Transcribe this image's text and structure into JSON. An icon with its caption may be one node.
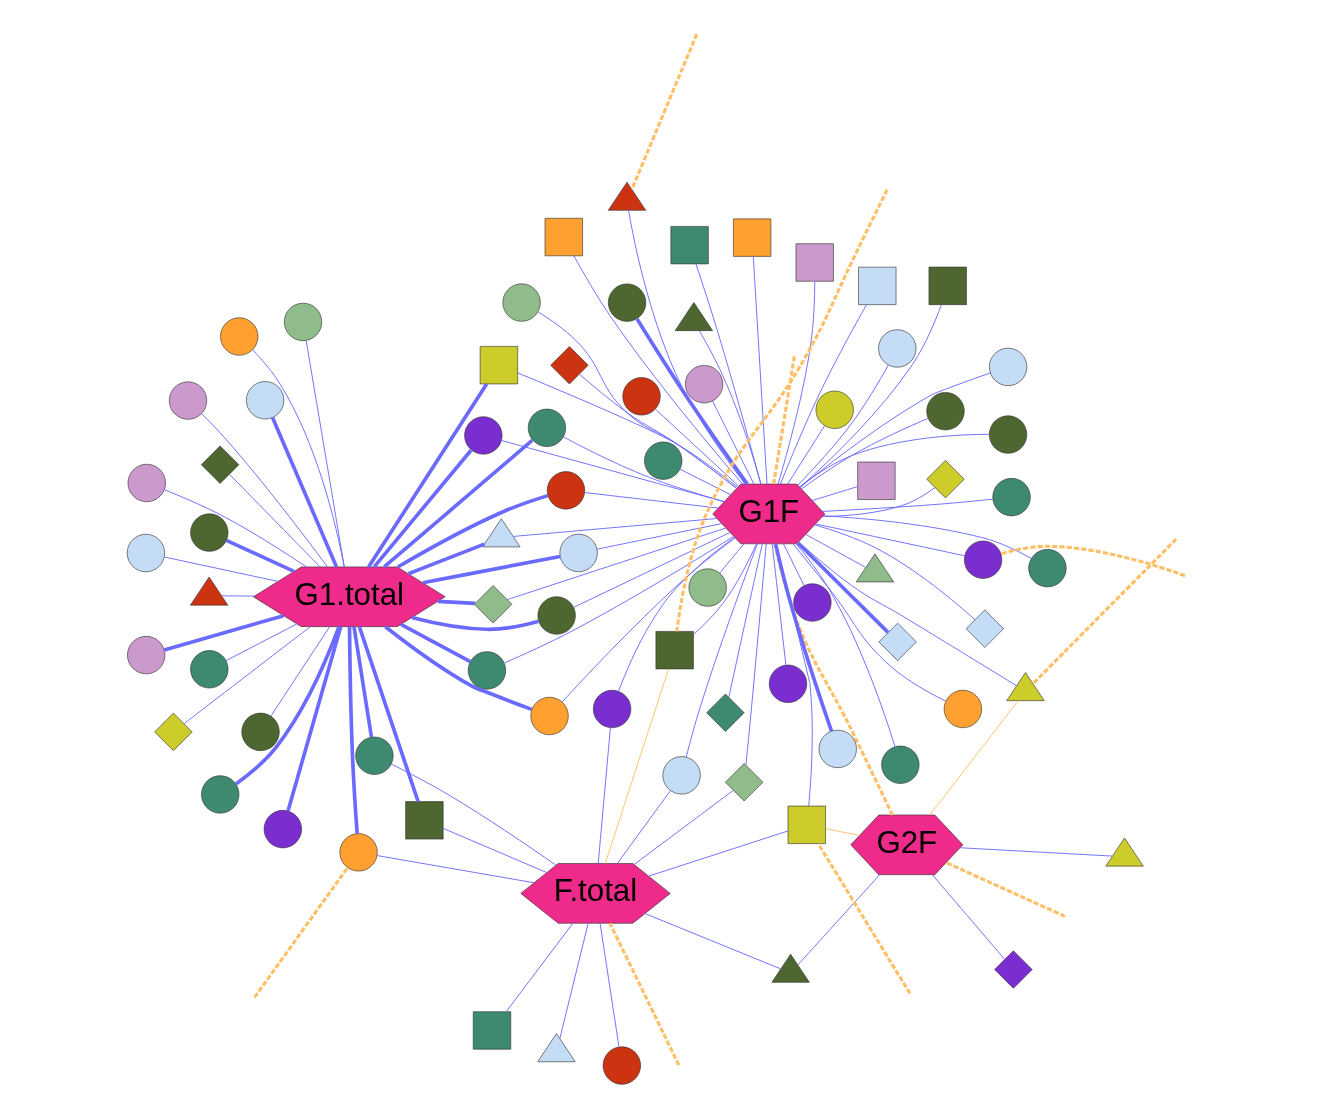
{
  "diagram": {
    "nodes": [
      {
        "text": [
          "G2F"
        ]
      },
      {
        "text": [
          "G1.total"
        ]
      },
      {
        "text": [
          "F.total"
        ]
      },
      {
        "text": [
          "G1F"
        ]
      },
      {
        "text": [],
        "shape": "triangle"
      },
      {
        "text": [],
        "shape": "diamond"
      },
      {
        "text": [],
        "shape": "circle"
      },
      {
        "text": [],
        "shape": "triangle"
      },
      {
        "text": [],
        "shape": "box"
      },
      {
        "text": [],
        "shape": "circle"
      },
      {
        "text": [],
        "shape": "triangle"
      },
      {
        "text": [],
        "shape": "circle"
      },
      {
        "text": [],
        "shape": "box"
      },
      {
        "text": [],
        "shape": "circle"
      },
      {
        "text": [],
        "shape": "diamond"
      },
      {
        "text": [],
        "shape": "circle"
      },
      {
        "text": [],
        "shape": "box"
      },
      {
        "text": [],
        "shape": "circle"
      },
      {
        "text": [],
        "shape": "circle"
      },
      {
        "text": [],
        "shape": "circle"
      },
      {
        "text": [],
        "shape": "circle"
      },
      {
        "text": [],
        "shape": "triangle"
      },
      {
        "text": [],
        "shape": "circle"
      },
      {
        "text": [],
        "shape": "circle"
      },
      {
        "text": [],
        "shape": "diamond"
      },
      {
        "text": [],
        "shape": "circle"
      },
      {
        "text": [],
        "shape": "circle"
      },
      {
        "text": [],
        "shape": "circle"
      },
      {
        "text": [],
        "shape": "diamond"
      },
      {
        "text": [],
        "shape": "circle"
      },
      {
        "text": [],
        "shape": "circle"
      },
      {
        "text": [],
        "shape": "circle"
      },
      {
        "text": [],
        "shape": "circle"
      },
      {
        "text": [],
        "shape": "circle"
      },
      {
        "text": [],
        "shape": "circle"
      },
      {
        "text": [],
        "shape": "circle"
      },
      {
        "text": [],
        "shape": "circle"
      },
      {
        "text": [],
        "shape": "circle"
      },
      {
        "text": [],
        "shape": "diamond"
      },
      {
        "text": [],
        "shape": "triangle"
      },
      {
        "text": [],
        "shape": "box"
      },
      {
        "text": [],
        "shape": "circle"
      },
      {
        "text": [],
        "shape": "circle"
      },
      {
        "text": [],
        "shape": "circle"
      },
      {
        "text": [],
        "shape": "circle"
      },
      {
        "text": [],
        "shape": "circle"
      },
      {
        "text": [],
        "shape": "diamond"
      },
      {
        "text": [],
        "shape": "circle"
      },
      {
        "text": [],
        "shape": "circle"
      },
      {
        "text": [],
        "shape": "circle"
      },
      {
        "text": [],
        "shape": "circle"
      },
      {
        "text": [],
        "shape": "circle"
      },
      {
        "text": [],
        "shape": "triangle"
      },
      {
        "text": [],
        "shape": "circle"
      },
      {
        "text": [],
        "shape": "box"
      },
      {
        "text": [],
        "shape": "box"
      },
      {
        "text": [],
        "shape": "diamond"
      },
      {
        "text": [],
        "shape": "triangle"
      },
      {
        "text": [],
        "shape": "circle"
      },
      {
        "text": [],
        "shape": "box"
      },
      {
        "text": [],
        "shape": "circle"
      },
      {
        "text": [],
        "shape": "box"
      },
      {
        "text": [],
        "shape": "circle"
      },
      {
        "text": [],
        "shape": "box"
      },
      {
        "text": [],
        "shape": "diamond"
      },
      {
        "text": [],
        "shape": "circle"
      },
      {
        "text": [],
        "shape": "box"
      },
      {
        "text": [],
        "shape": "box"
      },
      {
        "text": [],
        "shape": "circle"
      },
      {
        "text": [],
        "shape": "diamond"
      },
      {
        "text": [],
        "shape": "circle"
      },
      {
        "text": [],
        "shape": "box"
      },
      {
        "text": [],
        "shape": "triangle"
      },
      {
        "text": [],
        "shape": "circle"
      },
      {
        "text": [],
        "shape": "triangle"
      },
      {
        "text": [],
        "shape": "diamond"
      },
      {
        "text": [],
        "shape": "circle"
      },
      {
        "text": [],
        "shape": "circle"
      }
    ],
    "edges": [
      {
        "from": 0,
        "to": 4,
        "arrow": "none"
      },
      {
        "from": 0,
        "to": 5,
        "arrow": "none"
      },
      {
        "from": 0,
        "to": 7,
        "arrow": "none"
      },
      {
        "from": 1,
        "to": 6,
        "arrow": "none",
        "style": "thick"
      },
      {
        "from": 2,
        "to": 7,
        "arrow": "none"
      },
      {
        "from": 2,
        "to": 8,
        "arrow": "none"
      },
      {
        "from": 2,
        "to": 9,
        "arrow": "none"
      },
      {
        "from": 2,
        "to": 10,
        "arrow": "none"
      },
      {
        "from": 2,
        "to": 11,
        "arrow": "none"
      },
      {
        "from": 2,
        "to": 12,
        "arrow": "none"
      },
      {
        "from": 2,
        "to": 13,
        "arrow": "none"
      },
      {
        "from": 2,
        "to": 14,
        "arrow": "none"
      },
      {
        "from": 2,
        "to": 15,
        "arrow": "none"
      },
      {
        "from": 1,
        "to": 11,
        "arrow": "none",
        "style": "thick"
      },
      {
        "from": 1,
        "to": 12,
        "arrow": "none",
        "style": "thick"
      },
      {
        "from": 1,
        "to": 13,
        "arrow": "none",
        "style": "thick"
      },
      {
        "from": 3,
        "to": 14,
        "arrow": "none"
      },
      {
        "from": 3,
        "to": 15,
        "arrow": "none"
      },
      {
        "from": 2,
        "to": 16,
        "arrow": "none"
      },
      {
        "from": 2,
        "to": 17,
        "arrow": "none"
      },
      {
        "from": 3,
        "to": 16,
        "arrow": "none"
      },
      {
        "from": 3,
        "to": 17,
        "arrow": "none"
      },
      {
        "from": 1,
        "to": 18,
        "arrow": "none"
      },
      {
        "from": 1,
        "to": 19,
        "arrow": "none",
        "style": "thick"
      },
      {
        "from": 1,
        "to": 20,
        "arrow": "none"
      },
      {
        "from": 1,
        "to": 21,
        "arrow": "none"
      },
      {
        "from": 1,
        "to": 22,
        "arrow": "none",
        "style": "thick"
      },
      {
        "from": 1,
        "to": 23,
        "arrow": "none"
      },
      {
        "from": 1,
        "to": 24,
        "arrow": "none"
      },
      {
        "from": 1,
        "to": 25,
        "arrow": "none",
        "style": "thick"
      },
      {
        "from": 1,
        "to": 26,
        "arrow": "none"
      },
      {
        "from": 1,
        "to": 27,
        "arrow": "none"
      },
      {
        "from": 1,
        "to": 28,
        "arrow": "none"
      },
      {
        "from": 1,
        "to": 29,
        "arrow": "none",
        "style": "thick"
      },
      {
        "from": 1,
        "to": 30,
        "arrow": "none"
      },
      {
        "from": 1,
        "to": 31,
        "arrow": "none"
      },
      {
        "from": 3,
        "to": 32,
        "arrow": "none"
      },
      {
        "from": 3,
        "to": 33,
        "arrow": "none"
      },
      {
        "from": 3,
        "to": 34,
        "arrow": "none"
      },
      {
        "from": 3,
        "to": 35,
        "arrow": "none"
      },
      {
        "from": 3,
        "to": 36,
        "arrow": "none"
      },
      {
        "from": 3,
        "to": 37,
        "arrow": "none"
      },
      {
        "from": 3,
        "to": 38,
        "arrow": "none"
      },
      {
        "from": 3,
        "to": 39,
        "arrow": "none"
      },
      {
        "from": 3,
        "to": 40,
        "arrow": "none"
      },
      {
        "from": 3,
        "to": 41,
        "arrow": "none"
      },
      {
        "from": 3,
        "to": 42,
        "arrow": "none"
      },
      {
        "from": 3,
        "to": 43,
        "arrow": "none"
      },
      {
        "from": 3,
        "to": 44,
        "arrow": "none"
      },
      {
        "from": 3,
        "to": 45,
        "arrow": "none"
      },
      {
        "from": 3,
        "to": 46,
        "arrow": "none"
      },
      {
        "from": 3,
        "to": 47,
        "arrow": "none"
      },
      {
        "from": 3,
        "to": 48,
        "arrow": "none"
      },
      {
        "from": 3,
        "to": 49,
        "arrow": "none"
      },
      {
        "from": 3,
        "to": 50,
        "arrow": "none"
      },
      {
        "from": 3,
        "to": 51,
        "arrow": "none"
      },
      {
        "from": 1,
        "to": 32,
        "arrow": "none",
        "style": "thick"
      },
      {
        "from": 1,
        "to": 33,
        "arrow": "none",
        "style": "thick"
      },
      {
        "from": 1,
        "to": 34,
        "arrow": "none",
        "style": "thick"
      },
      {
        "from": 1,
        "to": 35,
        "arrow": "none",
        "style": "thick"
      },
      {
        "from": 1,
        "to": 36,
        "arrow": "none",
        "style": "thick"
      },
      {
        "from": 1,
        "to": 37,
        "arrow": "none",
        "style": "thick"
      },
      {
        "from": 1,
        "to": 38,
        "arrow": "none",
        "style": "thick"
      },
      {
        "from": 1,
        "to": 39,
        "arrow": "none",
        "style": "thick"
      },
      {
        "from": 1,
        "to": 40,
        "arrow": "none",
        "style": "thick"
      },
      {
        "from": 1,
        "to": 41,
        "arrow": "none",
        "style": "thick"
      },
      {
        "from": 3,
        "to": 52,
        "arrow": "none"
      },
      {
        "from": 3,
        "to": 53,
        "arrow": "none"
      },
      {
        "from": 3,
        "to": 54,
        "arrow": "none"
      },
      {
        "from": 3,
        "to": 55,
        "arrow": "none"
      },
      {
        "from": 3,
        "to": 56,
        "arrow": "none"
      },
      {
        "from": 3,
        "to": 57,
        "arrow": "none"
      },
      {
        "from": 3,
        "to": 58,
        "arrow": "none"
      },
      {
        "from": 3,
        "to": 59,
        "arrow": "none"
      },
      {
        "from": 3,
        "to": 60,
        "arrow": "none",
        "style": "thick"
      },
      {
        "from": 3,
        "to": 61,
        "arrow": "none"
      },
      {
        "from": 3,
        "to": 62,
        "arrow": "none"
      },
      {
        "from": 3,
        "to": 63,
        "arrow": "none"
      },
      {
        "from": 3,
        "to": 64,
        "arrow": "none"
      },
      {
        "from": 3,
        "to": 65,
        "arrow": "none"
      },
      {
        "from": 3,
        "to": 66,
        "arrow": "none"
      },
      {
        "from": 3,
        "to": 67,
        "arrow": "none"
      },
      {
        "from": 3,
        "to": 68,
        "arrow": "none"
      },
      {
        "from": 3,
        "to": 69,
        "arrow": "none"
      },
      {
        "from": 3,
        "to": 70,
        "arrow": "none",
        "style": "thick"
      },
      {
        "from": 3,
        "to": 71,
        "arrow": "none"
      },
      {
        "from": 3,
        "to": 72,
        "arrow": "none"
      },
      {
        "from": 3,
        "to": 73,
        "arrow": "none"
      },
      {
        "from": 3,
        "to": 74,
        "arrow": "none"
      },
      {
        "from": 3,
        "to": 75,
        "arrow": "none",
        "style": "thick"
      },
      {
        "from": 3,
        "to": 76,
        "arrow": "none"
      },
      {
        "from": 3,
        "to": 77,
        "arrow": "none"
      },
      {
        "from": null,
        "to": 0,
        "arrow": "none",
        "style": "dashed",
        "color": "#ffbf66"
      },
      {
        "from": null,
        "to": 2,
        "arrow": "none",
        "style": "dashed",
        "color": "#ffbf66"
      },
      {
        "from": null,
        "to": 11,
        "arrow": "none",
        "style": "dashed",
        "color": "#ffbf66"
      },
      {
        "from": null,
        "to": 16,
        "arrow": "none",
        "style": "dashed",
        "color": "#ffbf66"
      },
      {
        "from": null,
        "to": 52,
        "arrow": "none",
        "style": "dashed",
        "color": "#ffbf66"
      },
      {
        "from": null,
        "to": 53,
        "arrow": "none",
        "style": "dashed",
        "color": "#ffbf66"
      },
      {
        "from": null,
        "to": 55,
        "arrow": "none",
        "style": "dashed",
        "color": "#ffbf66"
      },
      {
        "from": null,
        "to": 57,
        "arrow": "none",
        "style": "dashed",
        "color": "#ffbf66"
      },
      {
        "from": null,
        "to": 3,
        "arrow": "none",
        "style": "dashed",
        "color": "#ffbf66"
      },
      {
        "from": 0,
        "to": 52,
        "arrow": "none",
        "color": "#ffbf66"
      },
      {
        "from": 0,
        "to": 16,
        "arrow": "none",
        "color": "#ffbf66"
      },
      {
        "from": 2,
        "to": 55,
        "arrow": "none",
        "color": "#ffbf66"
      },
      {
        "from": 0,
        "to": 3,
        "arrow": "none",
        "style": "dashed",
        "color": "#ffbf66"
      }
    ]
  }
}
